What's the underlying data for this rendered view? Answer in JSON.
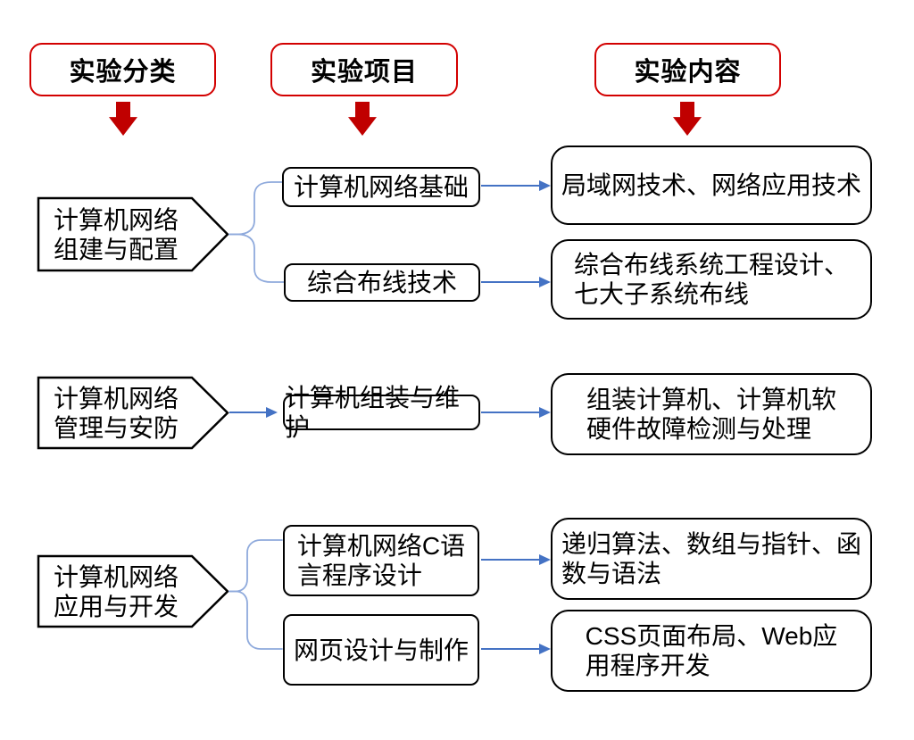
{
  "colors": {
    "header_border_red": "#d30000",
    "arrow_red": "#c00000",
    "connector_blue": "#4472c4",
    "brace_blue": "#8faadc",
    "box_border": "#000000",
    "background": "#ffffff",
    "text": "#000000"
  },
  "icons": {
    "down_arrow": "block-arrow-down",
    "right_arrow": "line-arrow-right",
    "brace": "fork-connector"
  },
  "headers": [
    {
      "label": "实验分类"
    },
    {
      "label": "实验项目"
    },
    {
      "label": "实验内容"
    }
  ],
  "rows": [
    {
      "category": "计算机网络\n组建与配置",
      "items": [
        {
          "project": "计算机网络基础",
          "content": "局域网技术、网络应用技术"
        },
        {
          "project": "综合布线技术",
          "content": "综合布线系统工程设计、\n七大子系统布线"
        }
      ]
    },
    {
      "category": "计算机网络\n管理与安防",
      "items": [
        {
          "project": "计算机组装与维护",
          "content": "组装计算机、计算机软\n硬件故障检测与处理"
        }
      ]
    },
    {
      "category": "计算机网络\n应用与开发",
      "items": [
        {
          "project": "计算机网络C语\n言程序设计",
          "content": "递归算法、数组与指针、函\n数与语法"
        },
        {
          "project": "网页设计与制作",
          "content": "CSS页面布局、Web应\n用程序开发"
        }
      ]
    }
  ]
}
